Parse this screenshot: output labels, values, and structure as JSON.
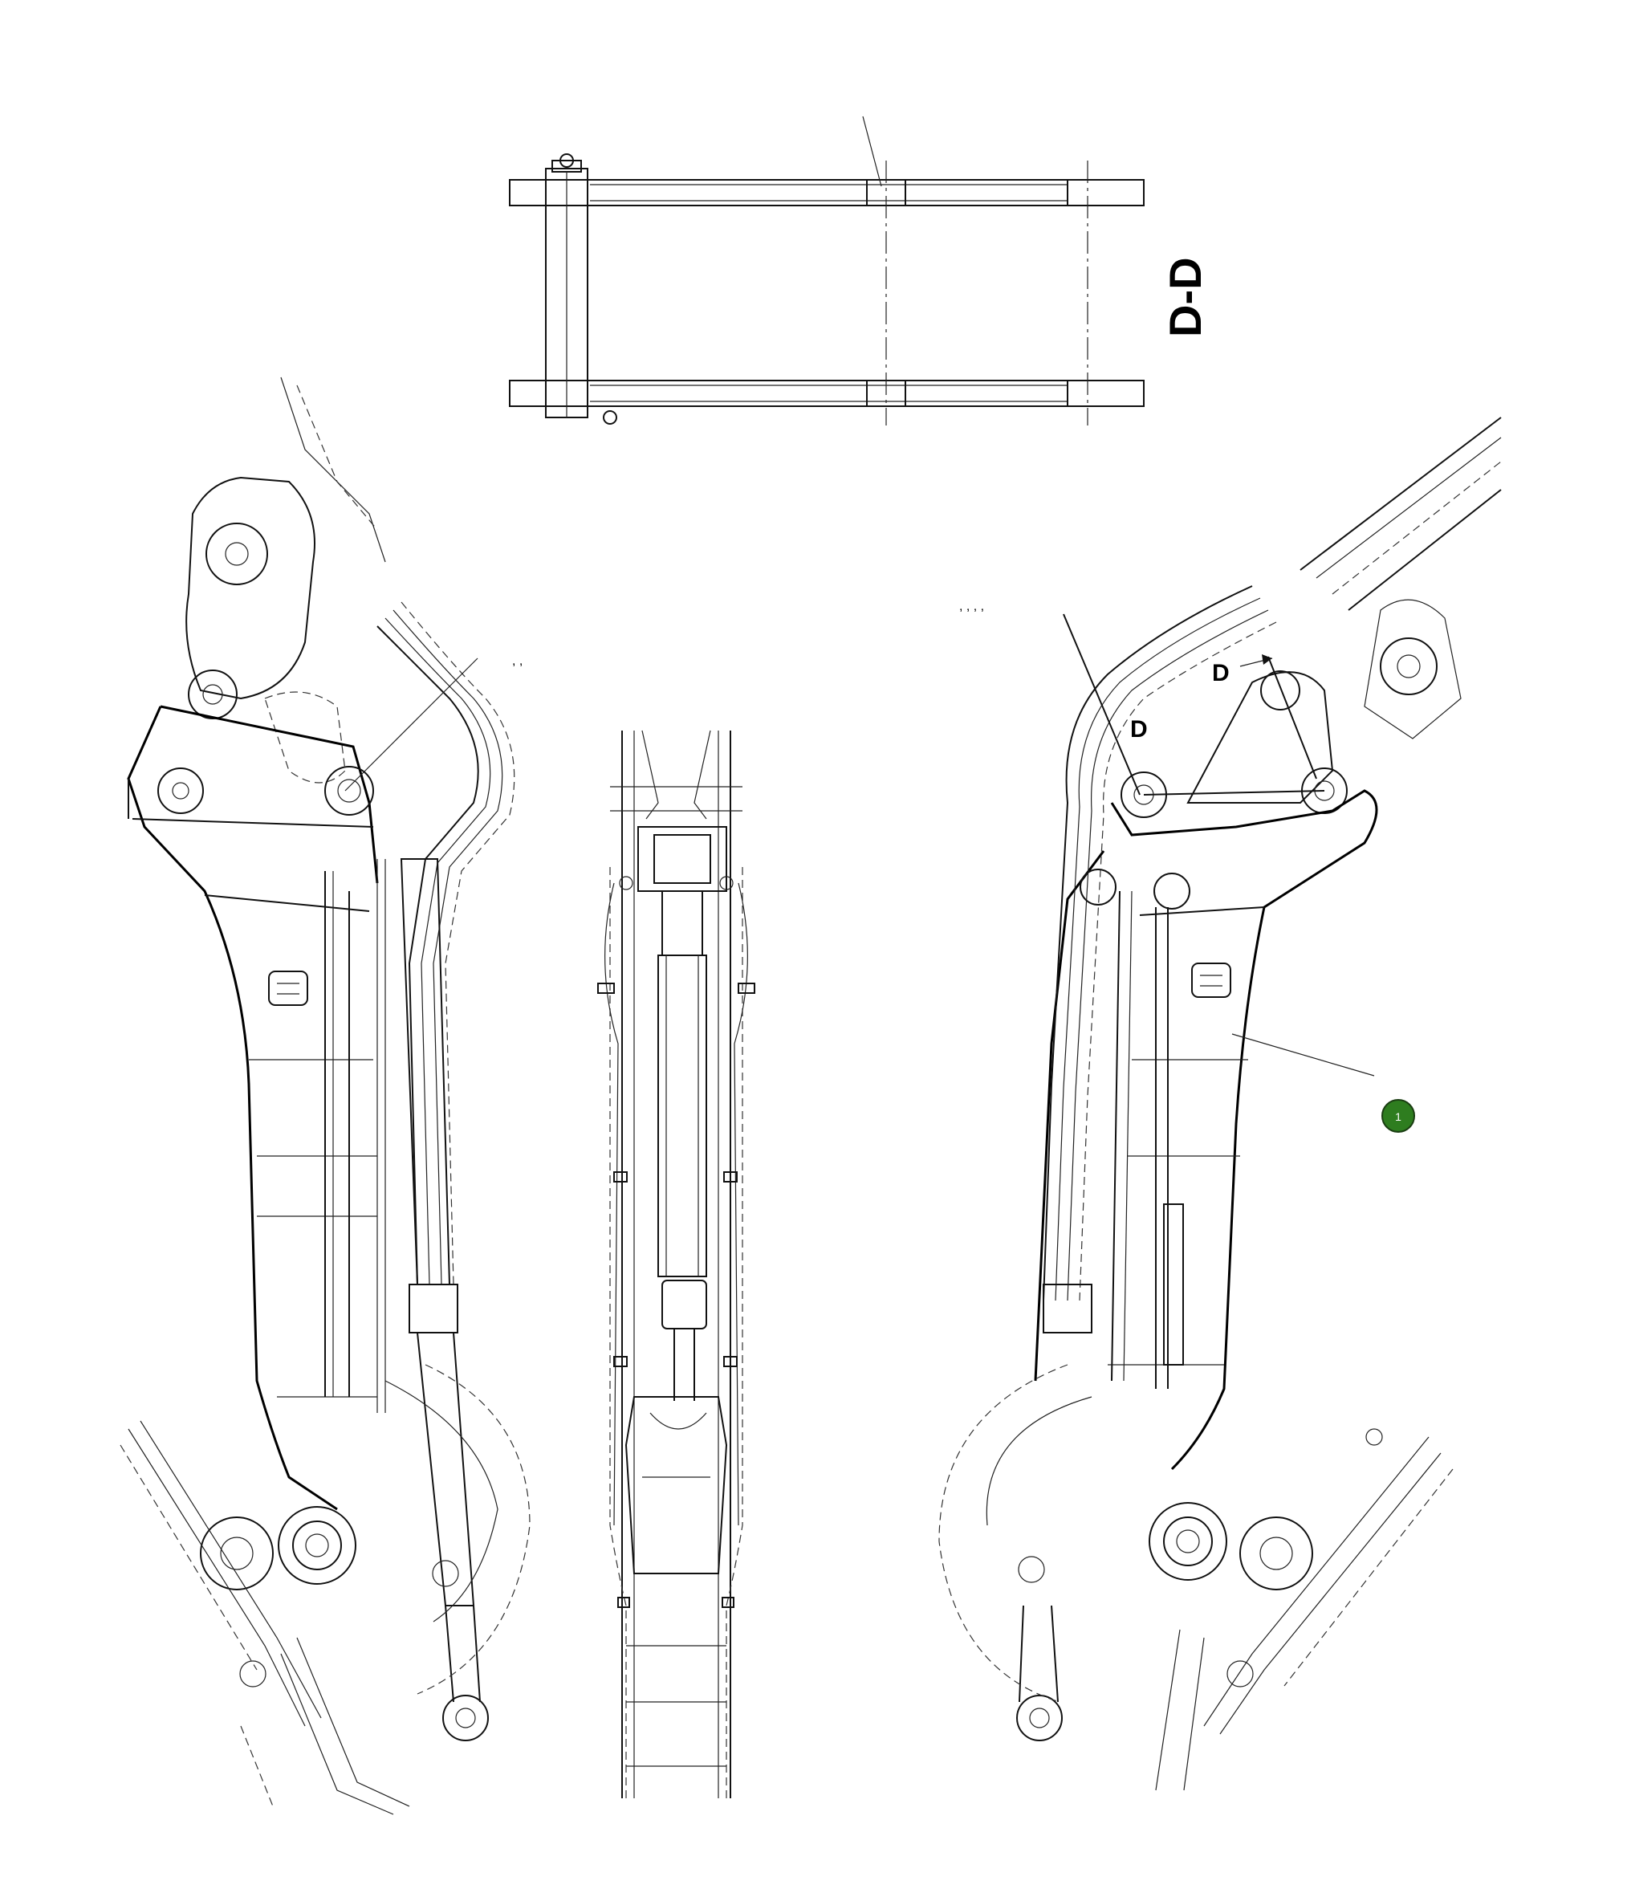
{
  "section_title": "D-D",
  "section_markers": [
    "D",
    "D"
  ],
  "callouts": [
    {
      "number": "1",
      "color": "#2e7d1f"
    }
  ],
  "leader_ticks": {
    "left": ", ,",
    "right": ", , , ,"
  },
  "colors": {
    "line": "#111111",
    "background": "#ffffff",
    "callout_fill": "#2e7d1f"
  }
}
